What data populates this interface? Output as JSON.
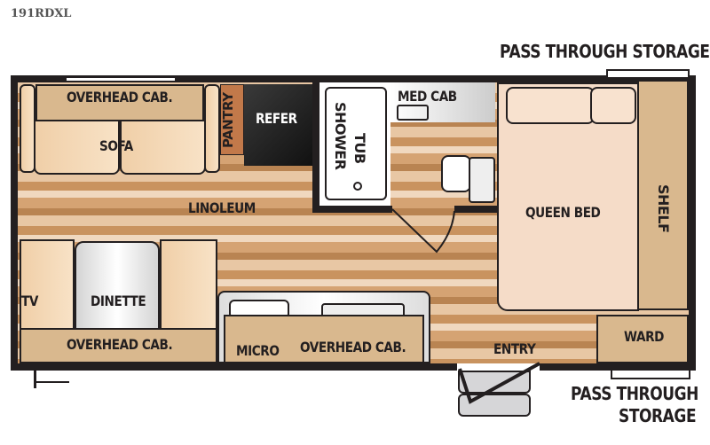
{
  "model": "191RDXL",
  "labels": {
    "pass_through_top": "PASS THROUGH STORAGE",
    "pass_through_bottom_1": "PASS THROUGH",
    "pass_through_bottom_2": "STORAGE",
    "overhead_cab_top": "OVERHEAD CAB.",
    "sofa": "SOFA",
    "pantry": "PANTRY",
    "refer": "REFER",
    "shower": "SHOWER",
    "tub": "TUB",
    "med_cab": "MED CAB",
    "queen_bed": "QUEEN BED",
    "shelf": "SHELF",
    "linoleum": "LINOLEUM",
    "tv": "TV",
    "dinette": "DINETTE",
    "overhead_cab_left": "OVERHEAD CAB.",
    "micro": "MICRO",
    "overhead_cab_kitchen": "OVERHEAD CAB.",
    "entry": "ENTRY",
    "ward": "WARD"
  }
}
